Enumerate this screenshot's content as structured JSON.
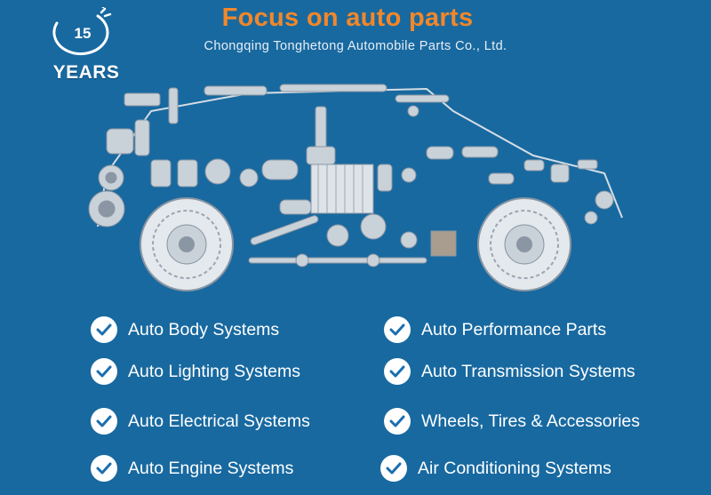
{
  "badge": {
    "number": "15",
    "label": "YEARS"
  },
  "header": {
    "title": "Focus on auto parts",
    "subtitle": "Chongqing Tonghetong Automobile Parts Co., Ltd."
  },
  "colors": {
    "background": "#1869a0",
    "title": "#f2872a",
    "check": "#1a6fb0"
  },
  "illustration": {
    "name": "car-made-of-auto-parts"
  },
  "features": [
    {
      "label": "Auto Body Systems"
    },
    {
      "label": "Auto Performance Parts"
    },
    {
      "label": "Auto Lighting Systems"
    },
    {
      "label": "Auto Transmission Systems"
    },
    {
      "label": "Auto Electrical Systems"
    },
    {
      "label": "Wheels, Tires & Accessories"
    },
    {
      "label": "Auto Engine Systems"
    },
    {
      "label": "Air Conditioning Systems"
    }
  ]
}
